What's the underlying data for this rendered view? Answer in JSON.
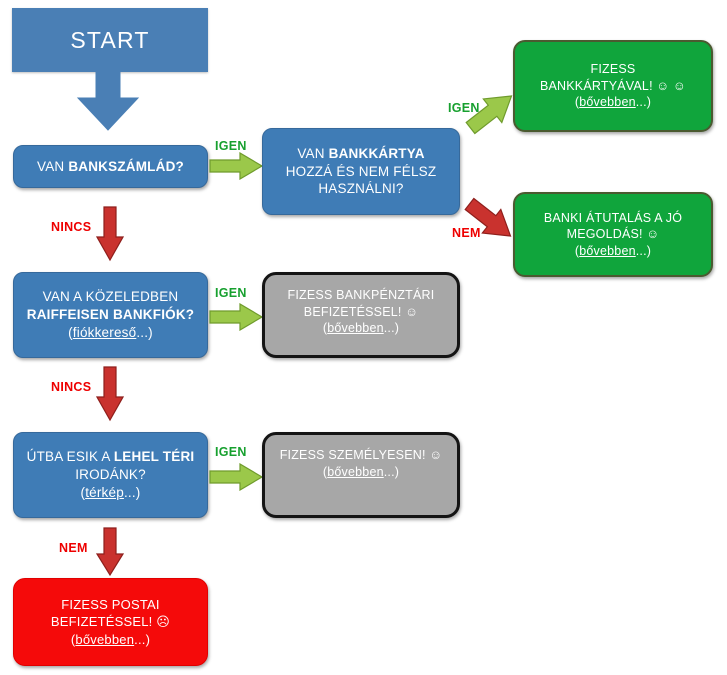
{
  "diagram": {
    "title": "Fizetesi modok folyamatabra",
    "colors": {
      "blue": "#3f7cb6",
      "green": "#10a53c",
      "grey": "#a7a7a7",
      "red": "#f50a0a",
      "label_green": "#17a02f",
      "label_red": "#ee0000",
      "arrow_blue": "#4a7fb5",
      "arrow_green": "#9bc84a",
      "arrow_red": "#c9322e"
    },
    "nodes": {
      "start": {
        "label": "START"
      },
      "bankszamla": {
        "line1_plain": "VAN ",
        "line1_bold": "BANKSZÁMLÁD?"
      },
      "bankkartya": {
        "line1_plain": "VAN ",
        "line1_bold": "BANKKÁRTYA",
        "line2": "HOZZÁ ÉS NEM FÉLSZ",
        "line3": "HASZNÁLNI?"
      },
      "raiffeisen": {
        "line1": "VAN A KÖZELEDBEN",
        "line2_bold": "RAIFFEISEN BANKFIÓK?",
        "link_open": "(",
        "link_text": "fiókkereső",
        "link_close": "...)"
      },
      "utba": {
        "line1_plain": "ÚTBA ESIK A ",
        "line1_bold": "LEHEL TÉRI",
        "line2": "IRODÁNK?",
        "link_open": "(",
        "link_text": "térkép",
        "link_close": "...)"
      },
      "kartyaval": {
        "line1": "FIZESS",
        "line2": "BANKKÁRTYÁVAL! ☺ ☺",
        "link_open": "(",
        "link_text": "bővebben",
        "link_close": "...)"
      },
      "atutalas": {
        "line1": "BANKI ÁTUTALÁS A JÓ",
        "line2": "MEGOLDÁS! ☺",
        "link_open": "(",
        "link_text": "bővebben",
        "link_close": "...)"
      },
      "bankpenztari": {
        "line1": "FIZESS BANKPÉNZTÁRI",
        "line2": "BEFIZETÉSSEL! ☺",
        "link_open": "(",
        "link_text": "bővebben",
        "link_close": "...)"
      },
      "szemelyesen": {
        "line1": "FIZESS SZEMÉLYESEN! ☺",
        "link_open": "(",
        "link_text": "bővebben",
        "link_close": "...)"
      },
      "postai": {
        "line1": "FIZESS POSTAI",
        "line2": "BEFIZETÉSSEL! ☹",
        "link_open": "(",
        "link_text": "bővebben",
        "link_close": "...)"
      }
    },
    "edges": {
      "igen_1": "IGEN",
      "igen_2": "IGEN",
      "nem_1": "NEM",
      "nincs_1": "NINCS",
      "igen_3": "IGEN",
      "nincs_2": "NINCS",
      "igen_4": "IGEN",
      "nem_2": "NEM"
    }
  }
}
